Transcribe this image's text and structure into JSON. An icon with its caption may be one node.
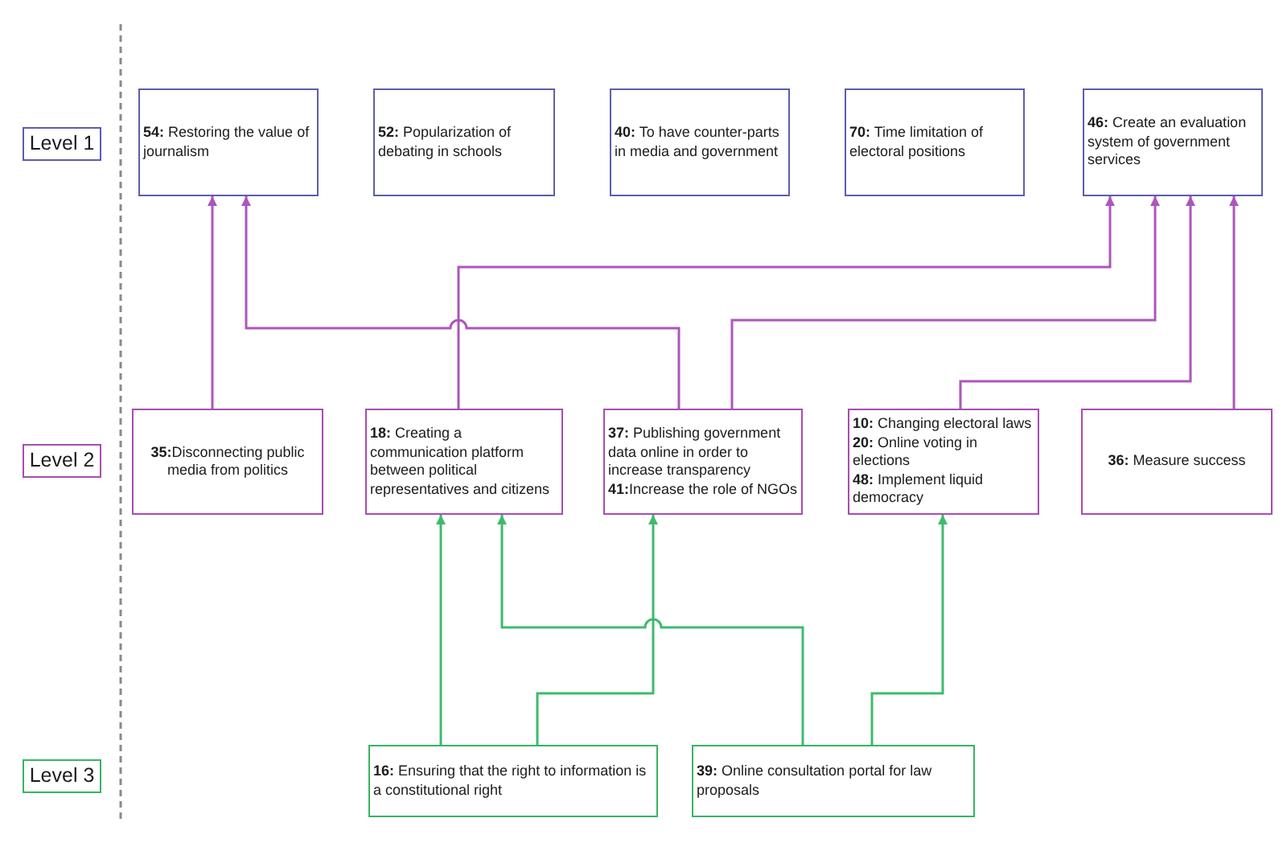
{
  "diagram": {
    "nodes": [
      {
        "text": [
          "Level 1"
        ]
      },
      {
        "text": [
          "**54:** Restoring the value of journalism"
        ]
      },
      {
        "text": [
          "**52:** Popularization of debating in schools"
        ]
      },
      {
        "text": [
          "**40:** To have counter-parts in media and government"
        ]
      },
      {
        "text": [
          "**70:** Time limitation of electoral positions"
        ]
      },
      {
        "text": [
          "**46:** Create an evaluation system of government services"
        ]
      },
      {
        "text": [
          "Level 2"
        ]
      },
      {
        "text": [
          "**35:**Disconnecting public media from politics"
        ]
      },
      {
        "text": [
          "**18:** Creating a communication platform between political representatives and citizens"
        ]
      },
      {
        "text": [
          "**37:** Publishing government data online in order to increase transparency",
          "**41:**Increase the role of NGOs"
        ]
      },
      {
        "text": [
          "**10:** Changing electoral laws",
          "**20:** Online voting in elections",
          "**48:** Implement liquid democracy"
        ]
      },
      {
        "text": [
          "**36:** Measure success"
        ]
      },
      {
        "text": [
          "Level 3"
        ]
      },
      {
        "text": [
          "**16:** Ensuring that the right to information is a constitutional right"
        ]
      },
      {
        "text": [
          "**39:** Online consultation portal for law proposals"
        ]
      }
    ],
    "edges": [
      {
        "from": 7,
        "to": 1,
        "arrow": "to"
      },
      {
        "from": 9,
        "to": 1,
        "arrow": "to"
      },
      {
        "from": 8,
        "to": 5,
        "arrow": "to"
      },
      {
        "from": 9,
        "to": 5,
        "arrow": "to"
      },
      {
        "from": 10,
        "to": 5,
        "arrow": "to"
      },
      {
        "from": 11,
        "to": 5,
        "arrow": "to"
      },
      {
        "from": 13,
        "to": 8,
        "arrow": "to",
        "color": "#3dbb6c"
      },
      {
        "from": 13,
        "to": 9,
        "arrow": "to",
        "color": "#3dbb6c"
      },
      {
        "from": 14,
        "to": 8,
        "arrow": "to",
        "color": "#3dbb6c"
      },
      {
        "from": 14,
        "to": 10,
        "arrow": "to",
        "color": "#3dbb6c"
      }
    ]
  }
}
